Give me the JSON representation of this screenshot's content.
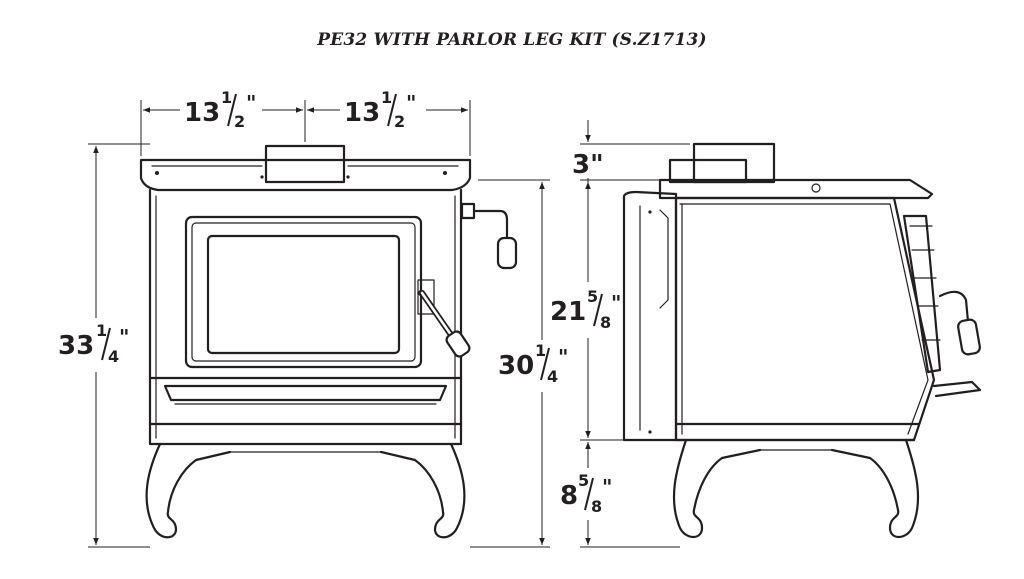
{
  "title": "PE32 WITH PARLOR LEG KIT (S.Z1713)",
  "dimensions": {
    "front_left_width": {
      "whole": "13",
      "num": "1",
      "den": "2",
      "unit": "\""
    },
    "front_right_width": {
      "whole": "13",
      "num": "1",
      "den": "2",
      "unit": "\""
    },
    "overall_height": {
      "whole": "33",
      "num": "1",
      "den": "4",
      "unit": "\""
    },
    "body_height": {
      "whole": "30",
      "num": "1",
      "den": "4",
      "unit": "\""
    },
    "flue_height": {
      "value": "3\""
    },
    "firebox_height": {
      "whole": "21",
      "num": "5",
      "den": "8",
      "unit": "\""
    },
    "leg_height": {
      "whole": "8",
      "num": "5",
      "den": "8",
      "unit": "\""
    }
  }
}
